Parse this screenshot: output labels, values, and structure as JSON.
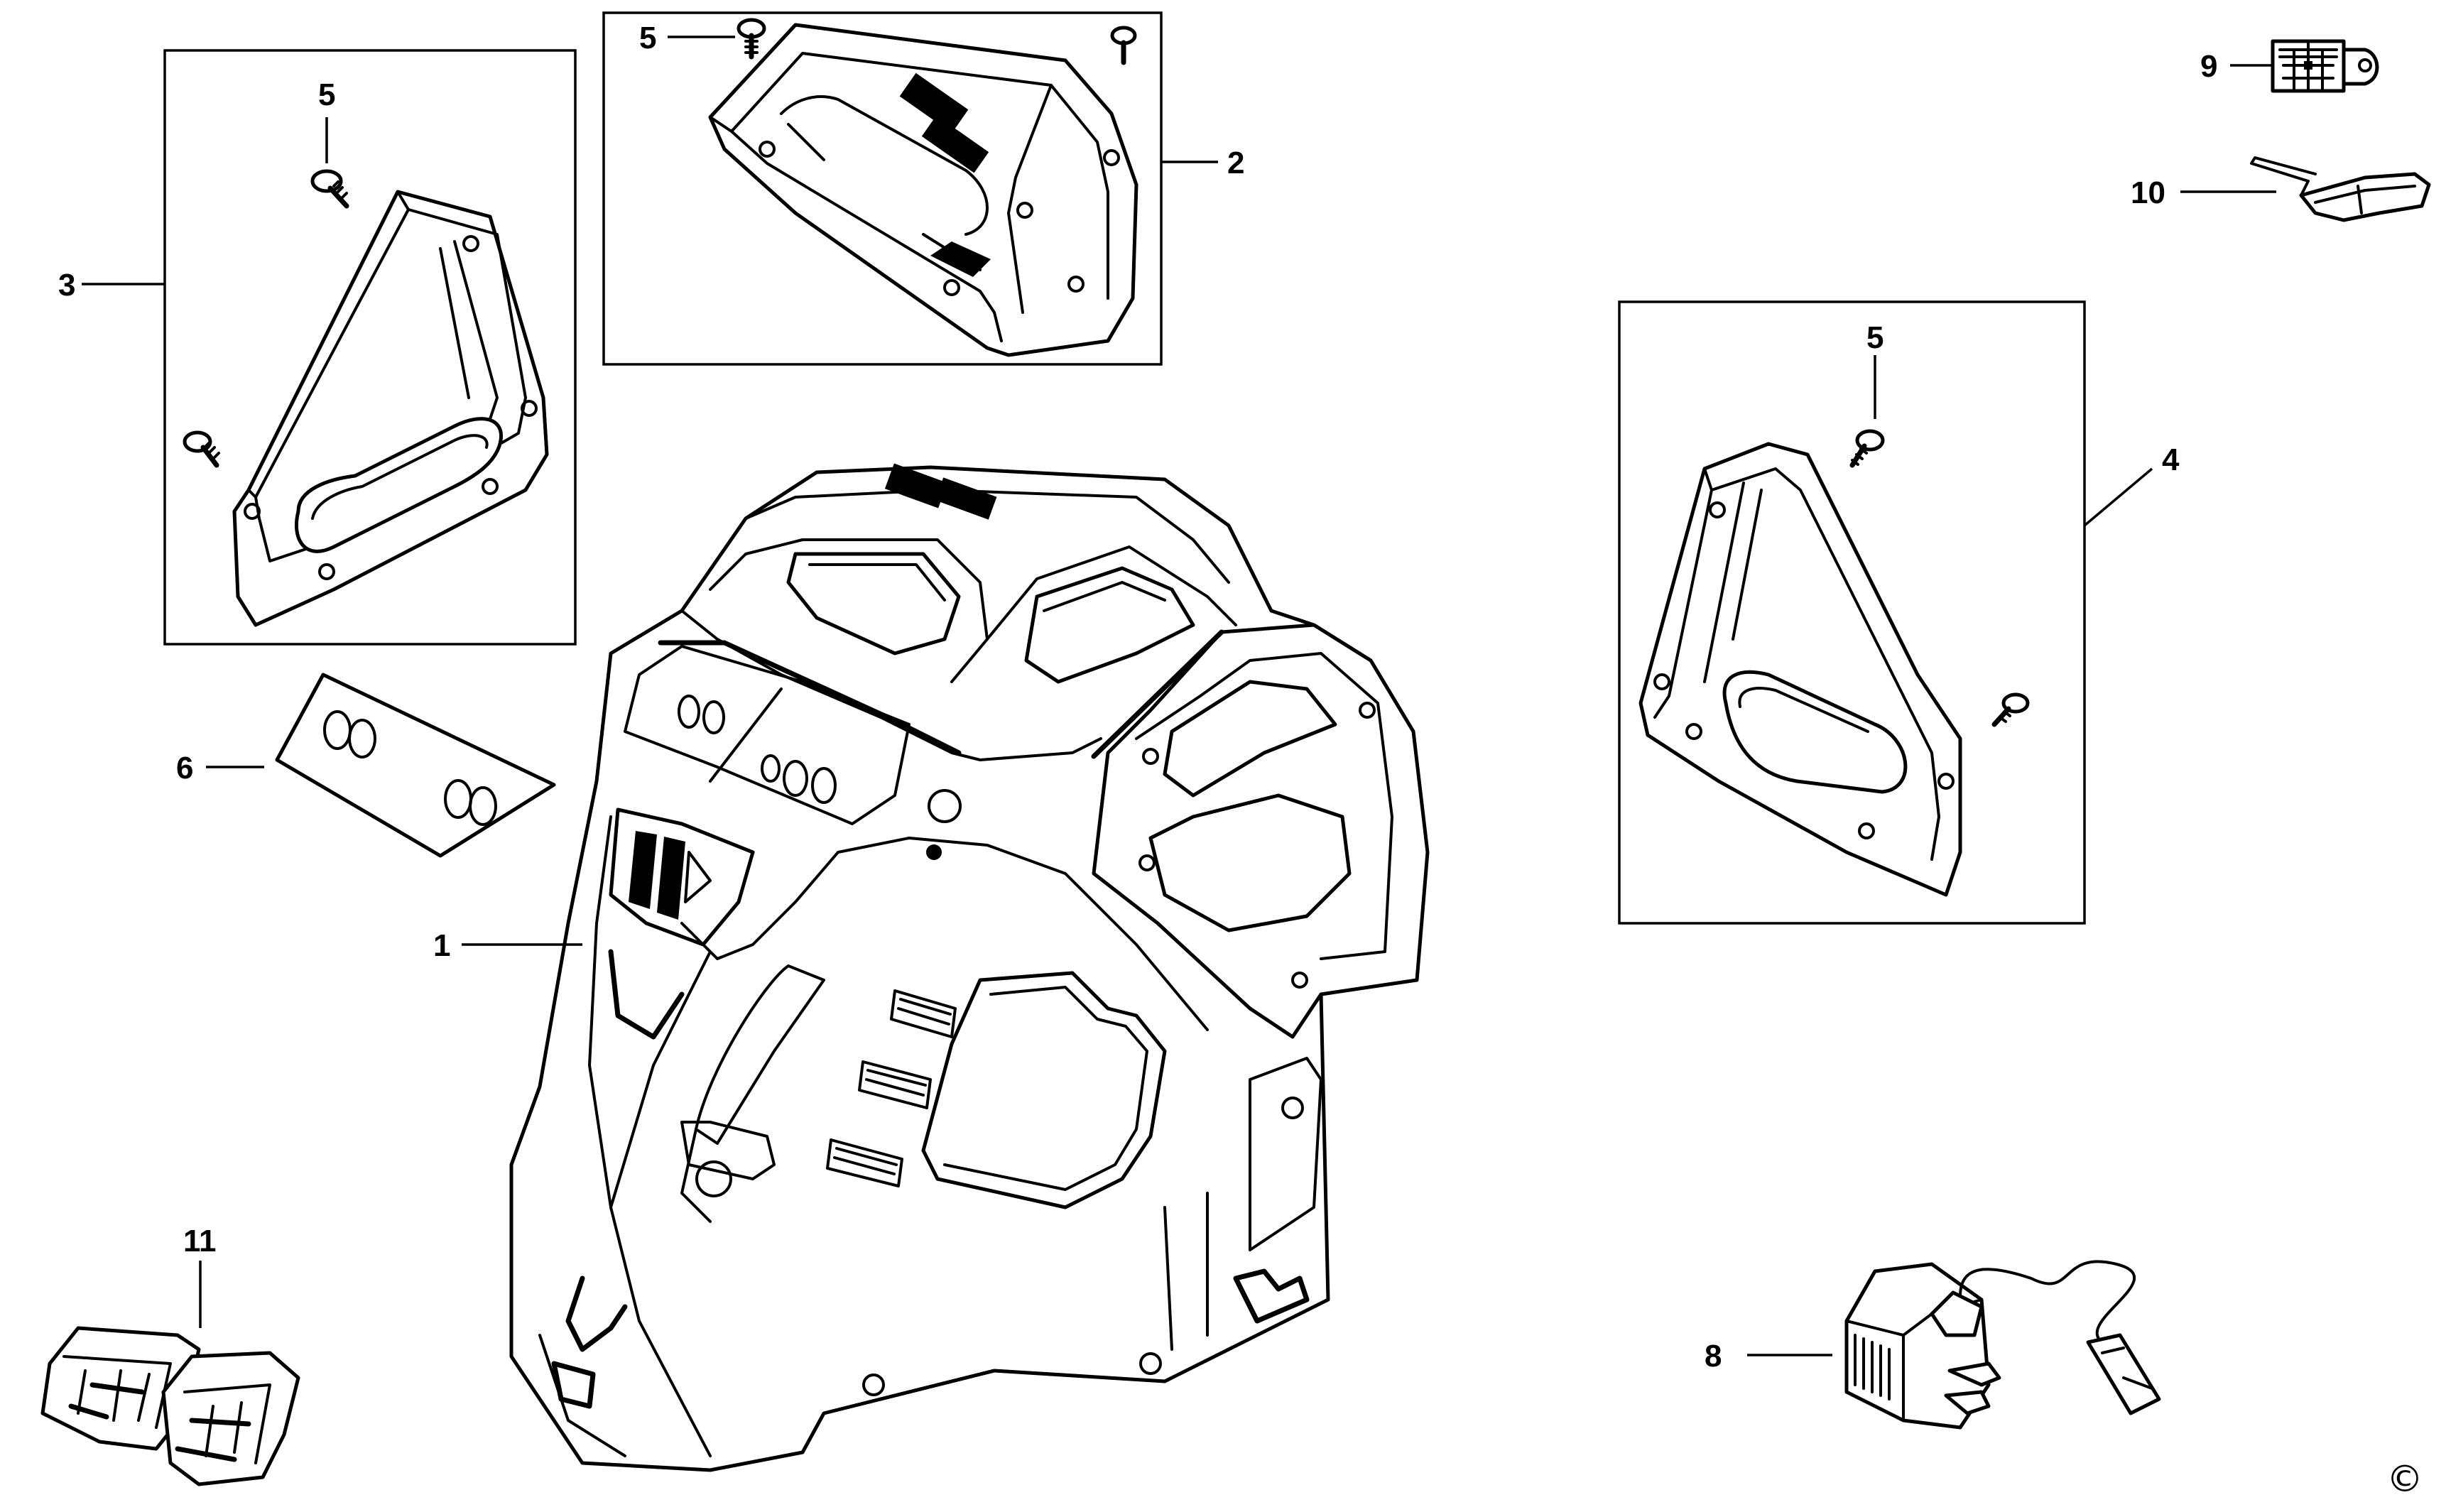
{
  "diagram": {
    "labels": {
      "part_1": "1",
      "part_2": "2",
      "part_3": "3",
      "part_4": "4",
      "part_5a": "5",
      "part_5b": "5",
      "part_5c": "5",
      "part_6": "6",
      "part_8": "8",
      "part_9": "9",
      "part_10": "10",
      "part_11": "11"
    },
    "copyright_symbol": "©"
  }
}
